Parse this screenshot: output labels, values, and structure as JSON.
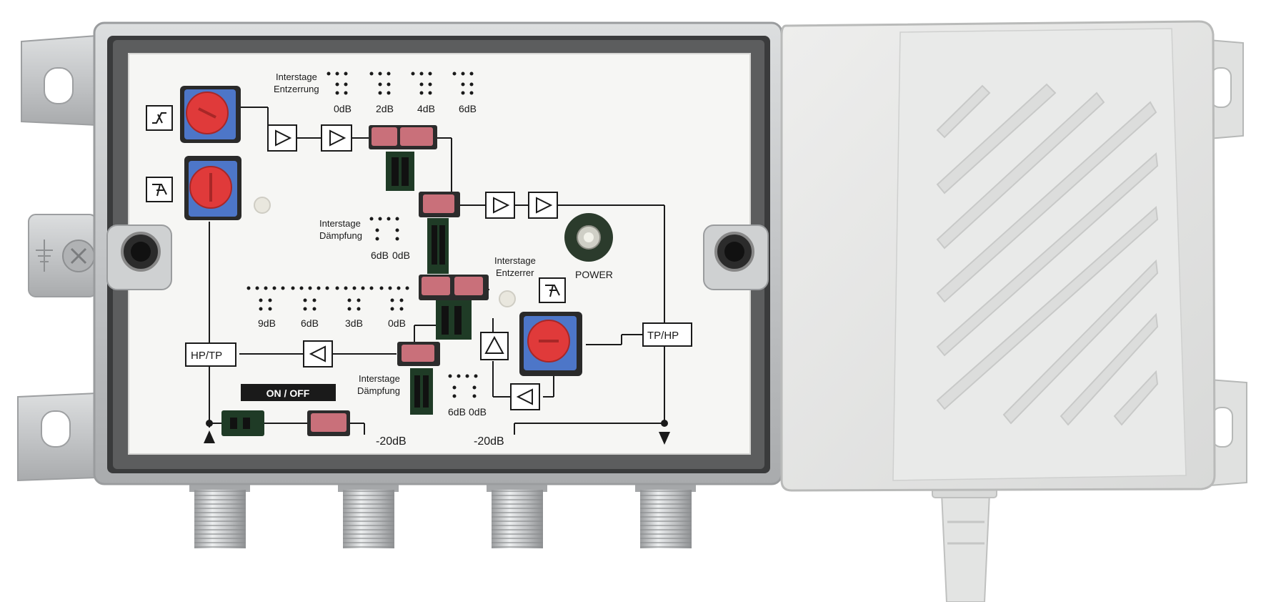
{
  "panel": {
    "upper_entzerrung": {
      "title_line1": "Interstage",
      "title_line2": "Entzerrung",
      "values": [
        "0dB",
        "2dB",
        "4dB",
        "6dB"
      ]
    },
    "upper_daempfung": {
      "title_line1": "Interstage",
      "title_line2": "Dämpfung",
      "values": [
        "6dB",
        "0dB"
      ]
    },
    "return_entzerrer": {
      "title_line1": "Interstage",
      "title_line2": "Entzerrer"
    },
    "return_taps": [
      "9dB",
      "6dB",
      "3dB",
      "0dB"
    ],
    "lower_daempfung": {
      "title_line1": "Interstage",
      "title_line2": "Dämpfung",
      "values": [
        "6dB",
        "0dB"
      ]
    },
    "power_label": "POWER",
    "diplexer_left": "HP/TP",
    "diplexer_right": "TP/HP",
    "switch_label": "ON / OFF",
    "test_left": "-20dB",
    "test_right": "-20dB"
  },
  "colors": {
    "housing": "#c9cbcd",
    "panel": "#f6f6f4",
    "power_supply": "#e6e7e6",
    "knob_red": "#e03a3a",
    "knob_blue": "#4d76c8",
    "jumper": "#c9707a",
    "pcb": "#1f3b26"
  },
  "icons": {
    "amplifier": "triangle-right-icon",
    "return_amplifier": "triangle-left-icon",
    "slope_control": "slope-icon",
    "f_connector": "f-connector-icon"
  }
}
